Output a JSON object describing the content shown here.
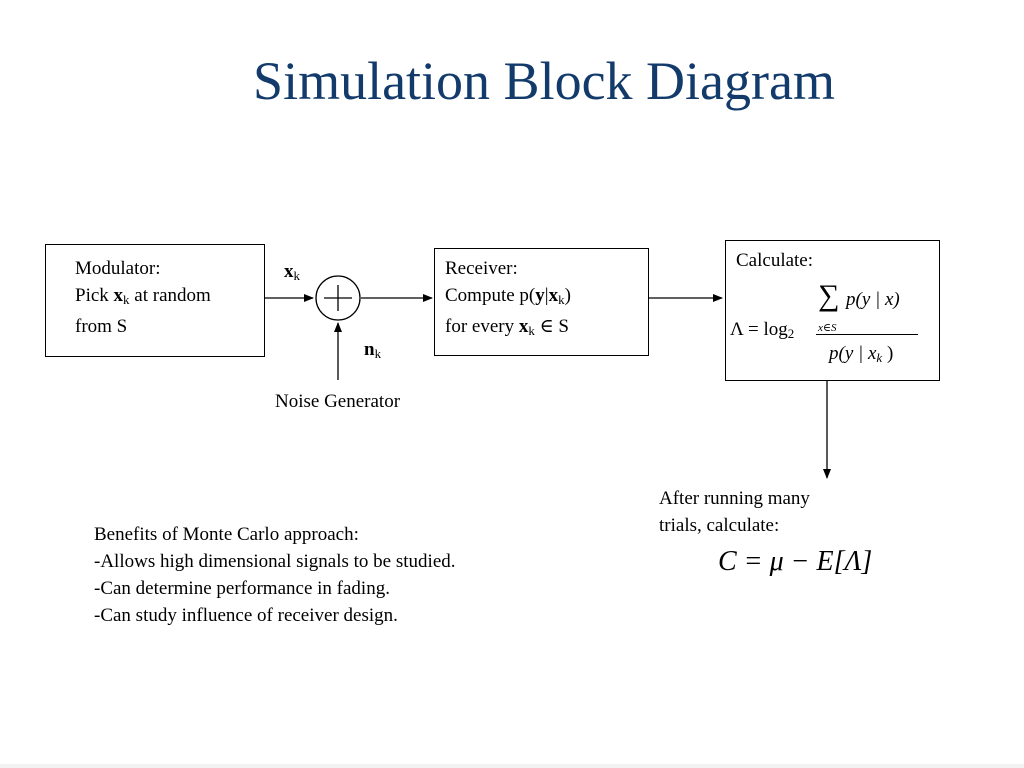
{
  "title": "Simulation Block Diagram",
  "modulator": {
    "line1": "Modulator:",
    "line2_prefix": "Pick ",
    "var": "x",
    "sub": "k",
    "line2_suffix": " at random",
    "line3": "from S"
  },
  "adder": {
    "input_var": "x",
    "input_sub": "k",
    "noise_var": "n",
    "noise_sub": "k",
    "symbol": "+"
  },
  "noise_generator": "Noise Generator",
  "receiver": {
    "line1": "Receiver:",
    "line2_prefix": "Compute p(",
    "y": "y",
    "bar": "|",
    "x": "x",
    "x_sub": "k",
    "close": ")",
    "line3_prefix": "for every ",
    "x3": "x",
    "x3_sub": "k",
    "elem": " ∈ S"
  },
  "calculate": {
    "label": "Calculate:",
    "lambda": "Λ",
    "eq": " = log",
    "base": "2",
    "sum": "∑",
    "sum_index": "x∈S",
    "num": "p(y | x)",
    "den": "p(y | x",
    "den_sub": "k",
    "den_close": " )"
  },
  "after": {
    "line1": "After running many",
    "line2": "trials, calculate:",
    "formula": "C = μ − E[Λ]"
  },
  "benefits": {
    "heading": "Benefits of Monte Carlo approach:",
    "items": [
      "-Allows high dimensional signals to be studied.",
      "-Can determine performance in fading.",
      "-Can study influence of receiver design."
    ]
  }
}
